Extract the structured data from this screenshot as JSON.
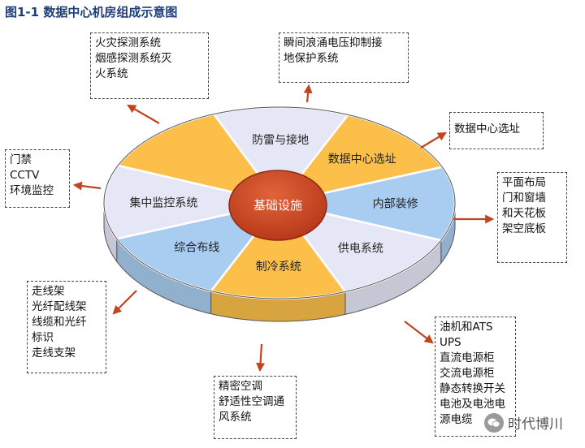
{
  "title": "图1-1  数据中心机房组成示意图",
  "center": "基础设施",
  "segments": [
    {
      "label": "防雷与接地",
      "color": "#e6e7f6"
    },
    {
      "label": "数据中心选址",
      "color": "#fbbf4a"
    },
    {
      "label": "内部装修",
      "color": "#a8cdf0"
    },
    {
      "label": "供电系统",
      "color": "#e6e7f6"
    },
    {
      "label": "制冷系统",
      "color": "#fbbf4a"
    },
    {
      "label": "综合布线",
      "color": "#a8cdf0"
    },
    {
      "label": "集中监控系统",
      "color": "#e6e7f6"
    },
    {
      "label": "",
      "color": "#fbbf4a"
    }
  ],
  "boxes": {
    "fire": [
      "火灾探测系统",
      "烟感探测系统灭",
      "火系统"
    ],
    "surge": [
      "瞬间浪涌电压抑制接",
      "地保护系统"
    ],
    "site": [
      "数据中心选址"
    ],
    "layout": [
      "平面布局",
      "门和窗墙",
      "和天花板",
      "架空底板"
    ],
    "monitor": [
      "门禁",
      "CCTV",
      "环境监控"
    ],
    "cabling": [
      "走线架",
      "光纤配线架",
      "线缆和光纤",
      "标识",
      "走线支架"
    ],
    "cooling": [
      "精密空调",
      "舒适性空调通",
      "风系统"
    ],
    "power": [
      "油机和ATS",
      "UPS",
      "直流电源柜",
      "交流电源柜",
      "静态转换开关",
      "电池及电池电",
      "源电缆"
    ]
  },
  "watermark": "时代博川",
  "colors": {
    "arrow": "#c0441d",
    "center": "#c0441d",
    "outline": "#555555",
    "title": "#1f3f7a"
  }
}
